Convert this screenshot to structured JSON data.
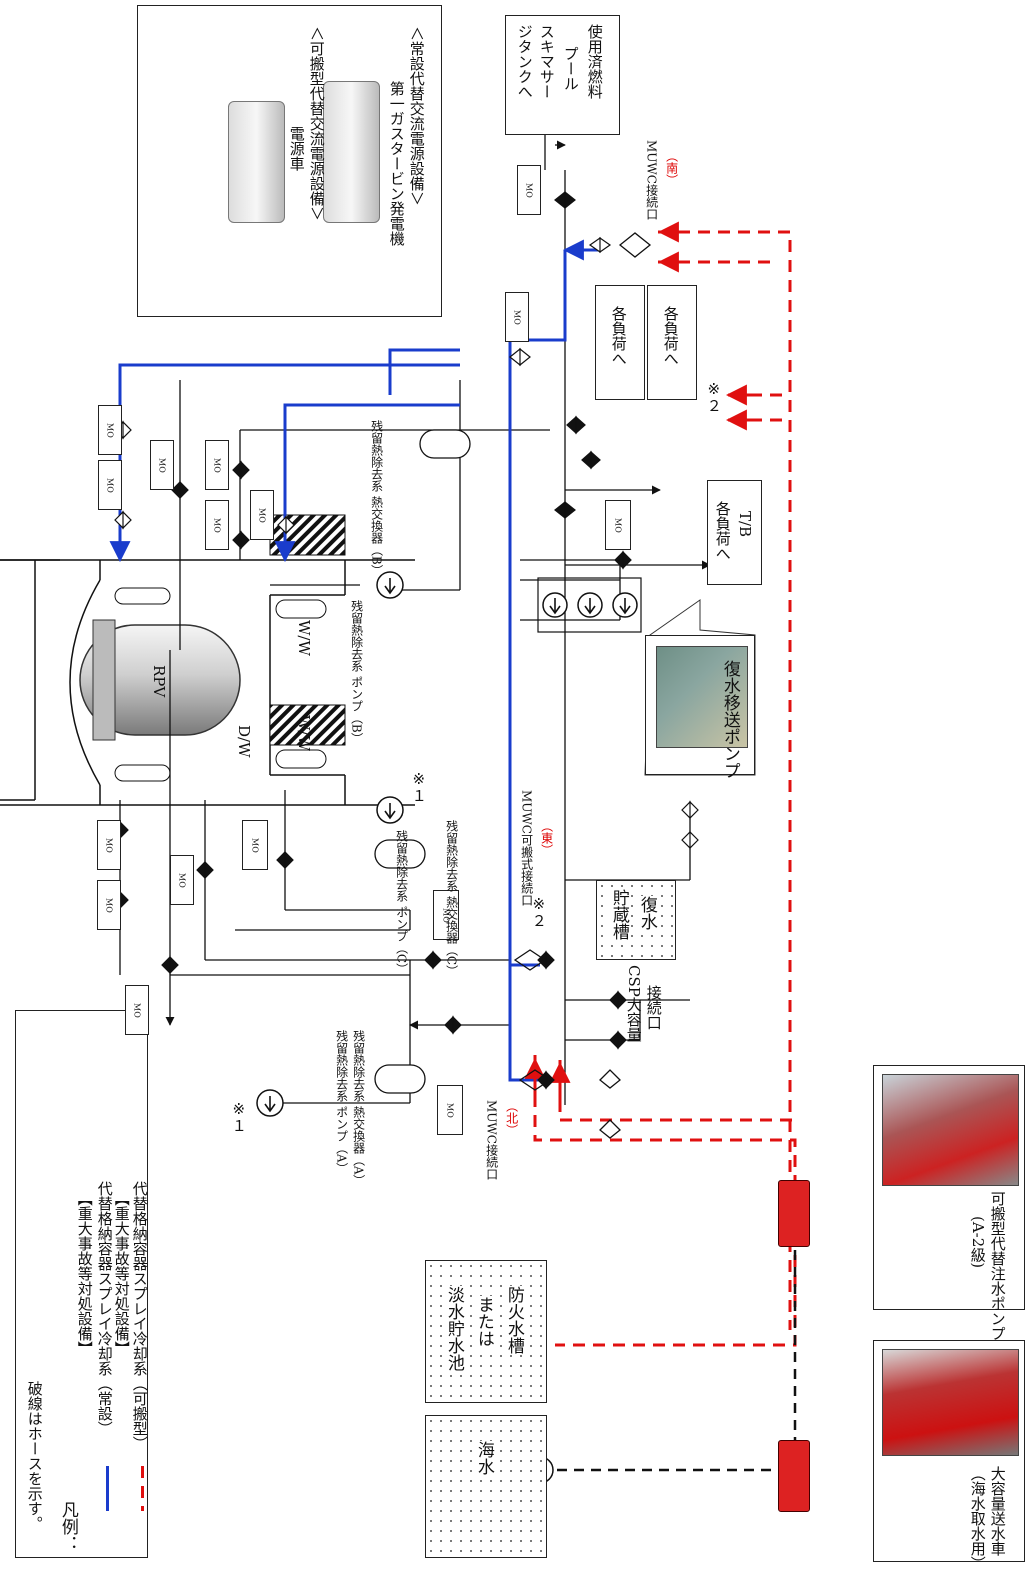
{
  "legend": {
    "title": "凡例：",
    "item1_text": "代替格納容器スプレイ冷却系（常設）",
    "item1_sub": "【重大事故等対処設備】",
    "item2_text": "代替格納容器スプレイ冷却系（可搬型）",
    "item2_sub": "【重大事故等対処設備】",
    "note": "破線はホースを示す。",
    "colors": {
      "permanent": "#1a3ccc",
      "portable": "#e01010",
      "hose": "#111111"
    }
  },
  "power": {
    "permanent_title": "＜常設代替交流電源設備＞",
    "permanent_name": "第一ガスタービン発電機",
    "portable_title": "＜可搬型代替交流電源設備＞",
    "portable_name": "電源車"
  },
  "tanks": {
    "seawater": "海水",
    "fire_tank_l1": "防火水槽",
    "fire_tank_l2": "または",
    "fire_tank_l3": "淡水貯水池",
    "condensate_l1": "復水",
    "condensate_l2": "貯蔵槽"
  },
  "vehicles": {
    "large_truck_l1": "大容量送水車",
    "large_truck_l2": "（海水取水用）",
    "pump_truck_l1": "可搬型代替注水ポンプ",
    "pump_truck_l2": "(A-2級)"
  },
  "connections": {
    "north_label": "MUWC接続口",
    "north_sub": "（北）",
    "east_label": "MUWC可搬式接続口",
    "east_sub": "（東）",
    "south_label": "MUWC接続口",
    "south_sub": "（南）",
    "csp_l1": "CSP大容量",
    "csp_l2": "接続口"
  },
  "equipment": {
    "rpv": "RPV",
    "dw": "D/W",
    "ww": "W/W",
    "rhr_pump_a": "残留熱除去系 ポンプ（A）",
    "rhr_hx_a": "残留熱除去系 熱交換器（A）",
    "rhr_pump_c": "残留熱除去系 ポンプ（C）",
    "rhr_hx_c": "残留熱除去系 熱交換器（C）",
    "rhr_pump_b": "残留熱除去系 ポンプ（B）",
    "rhr_hx_b": "残留熱除去系 熱交換器（B）",
    "transfer_pump": "復水移送ポンプ",
    "mo": "MO",
    "note1": "※１",
    "note2": "※２",
    "load1": "各負荷へ",
    "load2": "各負荷へ",
    "tb_load_l1": "T/B",
    "tb_load_l2": "各負荷へ",
    "sfp_l1": "使用済燃料",
    "sfp_l2": "プール",
    "sfp_l3": "スキマサー",
    "sfp_l4": "ジタンクへ"
  }
}
